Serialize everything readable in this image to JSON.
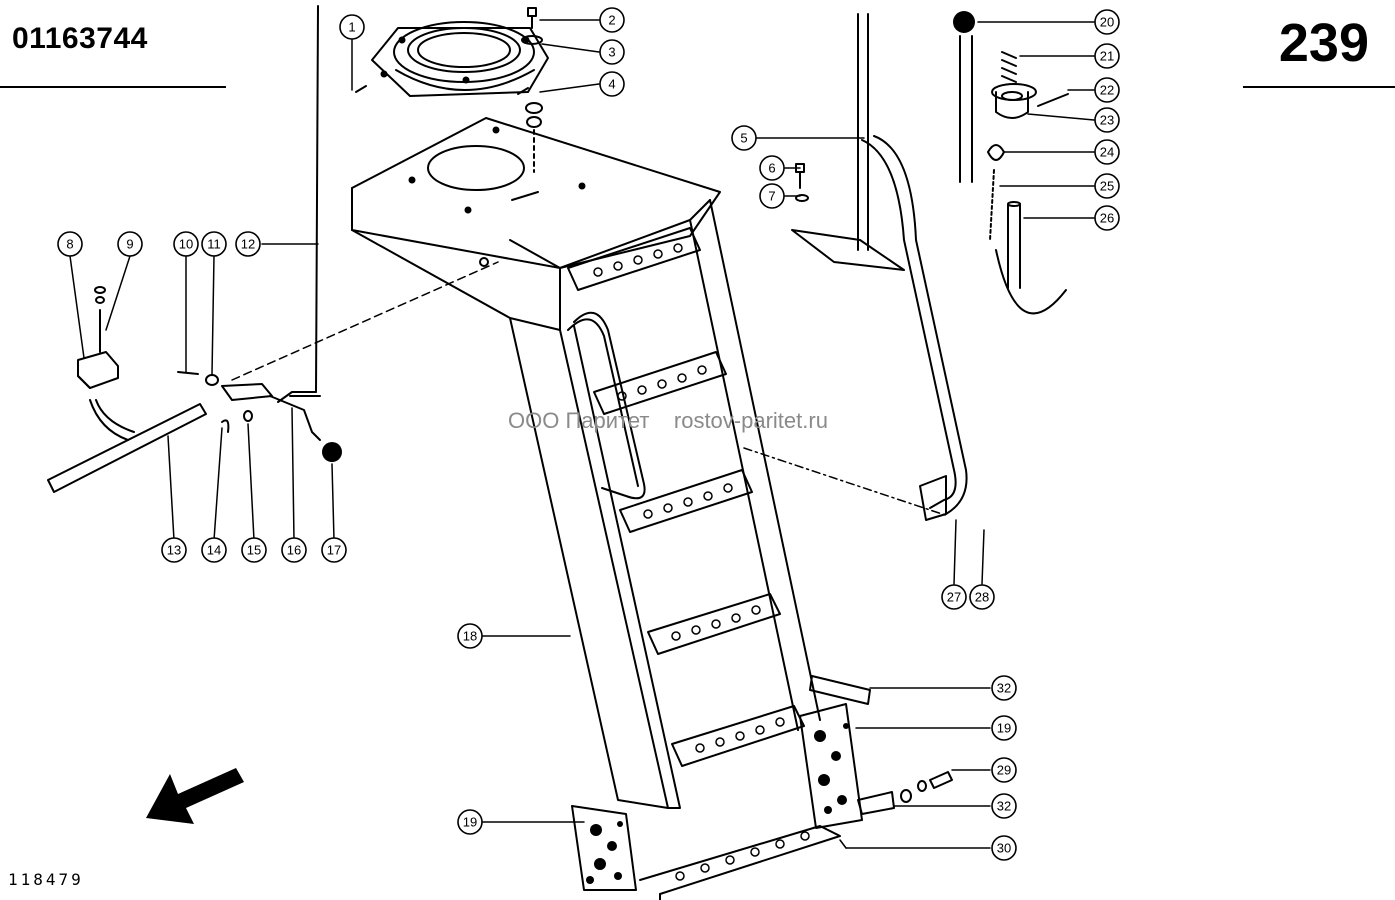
{
  "header": {
    "catalog_code": "01163744",
    "page_number": "239"
  },
  "footer": {
    "figure_code": "118479"
  },
  "watermark": {
    "text": "ООО Паритет    rostov-paritet.ru"
  },
  "callouts": [
    {
      "label": "1"
    },
    {
      "label": "2"
    },
    {
      "label": "3"
    },
    {
      "label": "4"
    },
    {
      "label": "5"
    },
    {
      "label": "6"
    },
    {
      "label": "7"
    },
    {
      "label": "8"
    },
    {
      "label": "9"
    },
    {
      "label": "10"
    },
    {
      "label": "11"
    },
    {
      "label": "12"
    },
    {
      "label": "13"
    },
    {
      "label": "14"
    },
    {
      "label": "15"
    },
    {
      "label": "16"
    },
    {
      "label": "17"
    },
    {
      "label": "18"
    },
    {
      "label": "19"
    },
    {
      "label": "19"
    },
    {
      "label": "20"
    },
    {
      "label": "21"
    },
    {
      "label": "22"
    },
    {
      "label": "23"
    },
    {
      "label": "24"
    },
    {
      "label": "25"
    },
    {
      "label": "26"
    },
    {
      "label": "27"
    },
    {
      "label": "28"
    },
    {
      "label": "29"
    },
    {
      "label": "30"
    },
    {
      "label": "32"
    },
    {
      "label": "32"
    }
  ]
}
